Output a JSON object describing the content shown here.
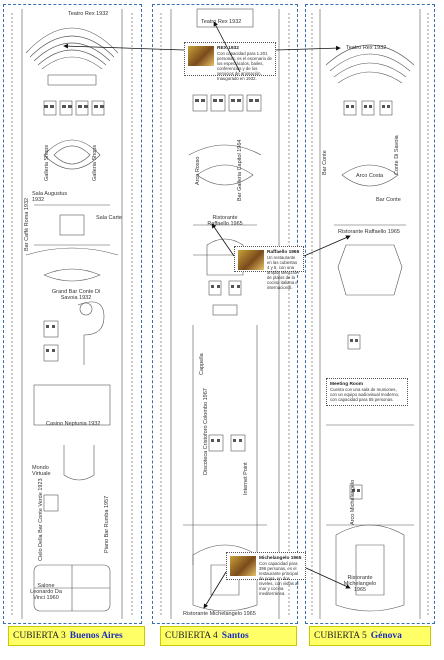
{
  "decks": [
    {
      "id": "deck3",
      "footer_label": "CUBIERTA 3",
      "footer_city": "Buenos Aires",
      "labels": [
        {
          "text": "Teatro Rex 1932"
        },
        {
          "text": "Galleria Shops"
        },
        {
          "text": "Galleria Shops"
        },
        {
          "text": "Sala Augustus 1932"
        },
        {
          "text": "Sala Carte"
        },
        {
          "text": "Bar Caffè Roma 1932"
        },
        {
          "text": "Grand Bar Conte Di Savoia 1932"
        },
        {
          "text": "Casino Neptunia 1932"
        },
        {
          "text": "Mondo Virtuale"
        },
        {
          "text": "Cielo Della Bar Conte Verde 1923"
        },
        {
          "text": "Piano Bar Rumba 1957"
        },
        {
          "text": "Salone Leonardo Da Vinci 1960"
        }
      ]
    },
    {
      "id": "deck4",
      "footer_label": "CUBIERTA 4",
      "footer_city": "Santos",
      "labels": [
        {
          "text": "Teatro Rex 1932"
        },
        {
          "text": "Arco Rosso"
        },
        {
          "text": "Bar Galleria Capitol 1964"
        },
        {
          "text": "Ristorante Raffaello 1965"
        },
        {
          "text": "Cappella"
        },
        {
          "text": "Discoteca Cristoforo Colombo 1967"
        },
        {
          "text": "Internet Point"
        },
        {
          "text": "Ristorante Michelangelo 1965"
        }
      ]
    },
    {
      "id": "deck5",
      "footer_label": "CUBIERTA 5",
      "footer_city": "Génova",
      "labels": [
        {
          "text": "Teatro Rex 1932"
        },
        {
          "text": "Bar Conte"
        },
        {
          "text": "Arco Costa"
        },
        {
          "text": "Conte Di Savoia"
        },
        {
          "text": "Bar Conte"
        },
        {
          "text": "Ristorante Raffaello 1965"
        },
        {
          "text": "Meeting Room"
        },
        {
          "text": "Arco Michelangelo"
        },
        {
          "text": "Ristorante Michelangelo 1965"
        }
      ]
    }
  ],
  "popups": {
    "rex": {
      "title": "REX 1932",
      "body": "Con capacidad para 1.201 personas, es el escenario de los espectáculos, bailes, conferencias y de los servicios de animación. Inaugurado en 1932."
    },
    "raffaello": {
      "title": "Raffaello 1965",
      "body": "Un restaurante en las cubiertas 4 y 5, con una amplia selección de platos de la cocina italiana e internacional."
    },
    "michelangelo": {
      "title": "Michelangelo 1965",
      "body": "Con capacidad para 396 personas, es el restaurante principal de popa, en dos niveles, con vistas al mar y cocina mediterránea."
    },
    "meeting": {
      "title": "Meeting Room",
      "body": "Cuenta con una sala de reuniones, con un equipo audiovisual moderno, con capacidad para 55 personas."
    }
  }
}
